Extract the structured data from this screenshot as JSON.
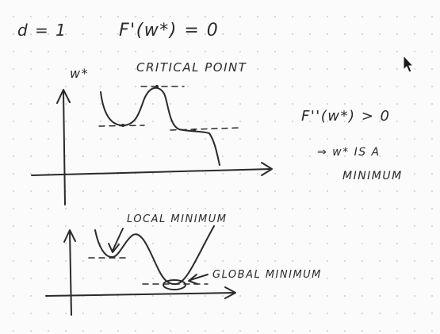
{
  "notes": {
    "d_eq": "d = 1",
    "first_derivative": "F'(w*) = 0",
    "wstar": "w*",
    "critical_point": "CRITICAL POINT",
    "second_derivative": "F''(w*) > 0",
    "implies": "⇒ w* IS A",
    "minimum": "MINIMUM",
    "local_minimum": "LOCAL MINIMUM",
    "global_minimum": "GLOBAL MINIMUM"
  },
  "colors": {
    "ink": "#2a2a2a",
    "grid_dot": "#d3d3d3",
    "background": "#fbfbfb"
  }
}
